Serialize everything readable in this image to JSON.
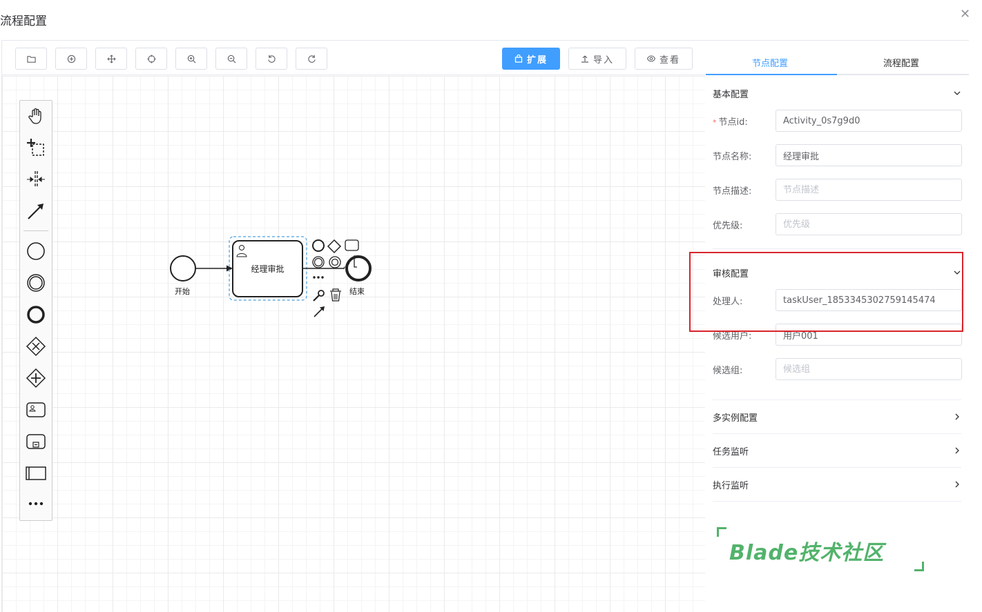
{
  "dialog": {
    "title": "流程配置",
    "close_icon": "close-icon"
  },
  "toolbar": {
    "icon_buttons": [
      "folder-open-icon",
      "zoom-fit-icon",
      "move-icon",
      "locate-icon",
      "zoom-in-icon",
      "zoom-out-icon",
      "undo-icon",
      "redo-icon"
    ],
    "expand_label": "扩展",
    "import_label": "导入",
    "view_label": "查看"
  },
  "palette": {
    "tools": [
      "hand-tool-icon",
      "lasso-tool-icon",
      "space-tool-icon",
      "connect-tool-icon",
      "start-event-icon",
      "intermediate-event-icon",
      "end-event-icon",
      "exclusive-gateway-icon",
      "parallel-gateway-icon",
      "user-task-icon",
      "subprocess-icon",
      "pool-icon",
      "more-icon"
    ]
  },
  "diagram": {
    "start_event_label": "开始",
    "task_label": "经理审批",
    "end_event_label": "结束"
  },
  "panel": {
    "tabs": [
      "节点配置",
      "流程配置"
    ],
    "active_tab": "节点配置",
    "basic": {
      "title": "基本配置",
      "id_label": "节点id:",
      "id_value": "Activity_0s7g9d0",
      "name_label": "节点名称:",
      "name_value": "经理审批",
      "desc_label": "节点描述:",
      "desc_placeholder": "节点描述",
      "priority_label": "优先级:",
      "priority_placeholder": "优先级"
    },
    "audit": {
      "title": "审核配置",
      "handler_label": "处理人:",
      "handler_value": "taskUser_1853345302759145474",
      "candidate_user_label": "候选用户:",
      "candidate_user_value": "用户001",
      "candidate_group_label": "候选组:",
      "candidate_group_placeholder": "候选组"
    },
    "collapsed_sections": [
      "多实例配置",
      "任务监听",
      "执行监听"
    ]
  },
  "watermark": {
    "text": "Blade技术社区"
  },
  "colors": {
    "primary": "#409eff",
    "highlight": "#d9232b",
    "watermark": "#52b36b"
  }
}
